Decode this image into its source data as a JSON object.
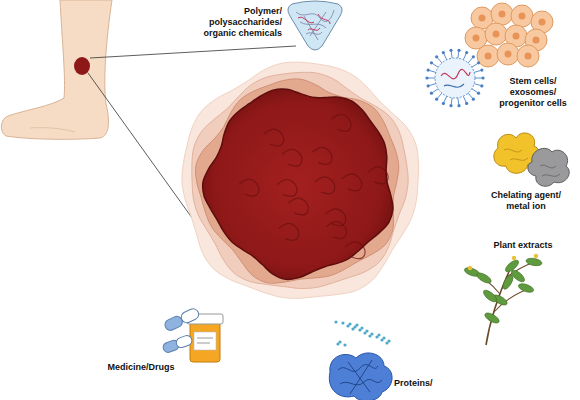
{
  "diagram": {
    "labels": [
      "Polymer/ polysaccharides/ organic chemicals",
      "Stem cells/ exosomes/ progenitor cells",
      "Chelating agent/ metal ion",
      "Plant extracts",
      "Medicine/Drugs",
      "Proteins/"
    ]
  }
}
